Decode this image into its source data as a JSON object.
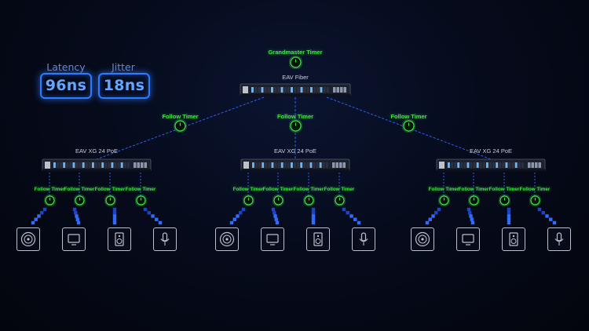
{
  "metrics": {
    "latency": {
      "label": "Latency",
      "value": "96ns"
    },
    "jitter": {
      "label": "Jitter",
      "value": "18ns"
    }
  },
  "root": {
    "timer_label": "Grandmaster Timer",
    "switch_label": "EAV Fiber"
  },
  "branches": [
    {
      "timer_label": "Follow Timer",
      "switch_label": "EAV XG 24 PoE",
      "ports": [
        {
          "timer_label": "Follow Timer",
          "device_icon": "speaker-round-icon"
        },
        {
          "timer_label": "Follow Timer",
          "device_icon": "monitor-icon"
        },
        {
          "timer_label": "Follow Timer",
          "device_icon": "speaker-box-icon"
        },
        {
          "timer_label": "Follow Timer",
          "device_icon": "microphone-icon"
        }
      ]
    },
    {
      "timer_label": "Follow Timer",
      "switch_label": "EAV XG 24 PoE",
      "ports": [
        {
          "timer_label": "Follow Timer",
          "device_icon": "speaker-round-icon"
        },
        {
          "timer_label": "Follow Timer",
          "device_icon": "monitor-icon"
        },
        {
          "timer_label": "Follow Timer",
          "device_icon": "speaker-box-icon"
        },
        {
          "timer_label": "Follow Timer",
          "device_icon": "microphone-icon"
        }
      ]
    },
    {
      "timer_label": "Follow Timer",
      "switch_label": "EAV XG 24 PoE",
      "ports": [
        {
          "timer_label": "Follow Timer",
          "device_icon": "speaker-round-icon"
        },
        {
          "timer_label": "Follow Timer",
          "device_icon": "monitor-icon"
        },
        {
          "timer_label": "Follow Timer",
          "device_icon": "speaker-box-icon"
        },
        {
          "timer_label": "Follow Timer",
          "device_icon": "microphone-icon"
        }
      ]
    }
  ],
  "colors": {
    "timer_green": "#46e04a",
    "link_blue": "#2f6bff",
    "metric_blue": "#2f7bff",
    "device_outline": "#b9c0d0"
  }
}
